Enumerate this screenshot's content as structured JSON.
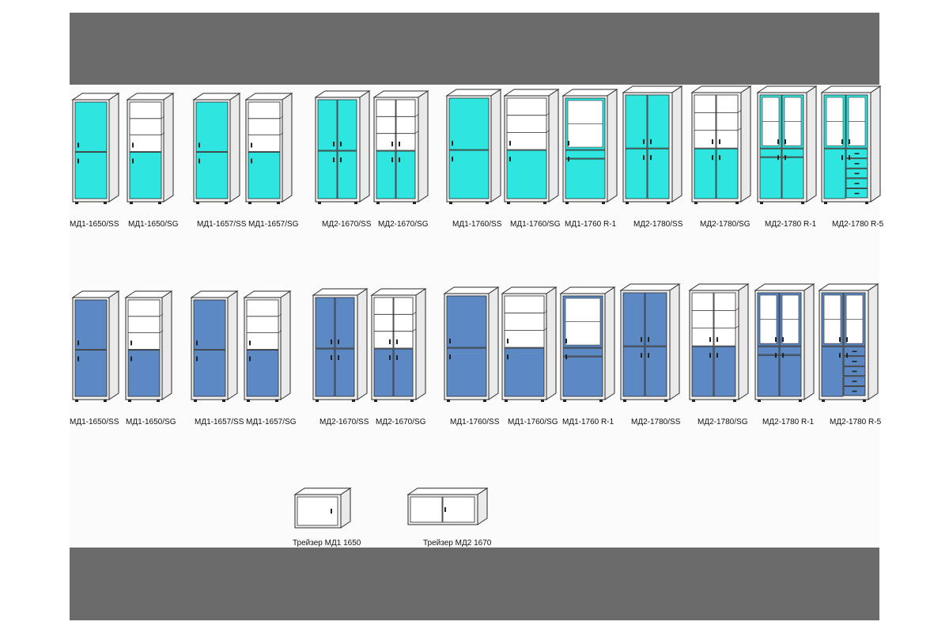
{
  "colors": {
    "band": "#6b6b6b",
    "cyan_panel": "#2ee6df",
    "blue_panel": "#5c89c4",
    "frame_stroke": "#2a2a2a",
    "body_fill": "#f4f4f4"
  },
  "rows": [
    {
      "name": "cyan-row",
      "color_key": "cyan_panel",
      "items": [
        {
          "label": "МД1-1650/SS",
          "icon": "cabinet-1door-solid-icon"
        },
        {
          "label": "МД1-1650/SG",
          "icon": "cabinet-1door-glass-icon"
        },
        {
          "label": "МД1-1657/SS",
          "icon": "cabinet-1door-solid-icon"
        },
        {
          "label": "МД1-1657/SG",
          "icon": "cabinet-1door-glass-icon"
        },
        {
          "label": "МД2-1670/SS",
          "icon": "cabinet-2door-solid-icon"
        },
        {
          "label": "МД2-1670/SG",
          "icon": "cabinet-2door-glass-icon"
        },
        {
          "label": "МД1-1760/SS",
          "icon": "cabinet-1door-solid-icon"
        },
        {
          "label": "МД1-1760/SG",
          "icon": "cabinet-1door-glass-icon"
        },
        {
          "label": "МД1-1760 R-1",
          "icon": "cabinet-1door-vitrine-icon"
        },
        {
          "label": "МД2-1780/SS",
          "icon": "cabinet-2door-solid-icon"
        },
        {
          "label": "МД2-1780/SG",
          "icon": "cabinet-2door-glass-icon"
        },
        {
          "label": "МД2-1780 R-1",
          "icon": "cabinet-2door-vitrine-icon"
        },
        {
          "label": "МД2-1780 R-5",
          "icon": "cabinet-2door-drawers-icon"
        }
      ]
    },
    {
      "name": "blue-row",
      "color_key": "blue_panel",
      "items": [
        {
          "label": "МД1-1650/SS",
          "icon": "cabinet-1door-solid-icon"
        },
        {
          "label": "МД1-1650/SG",
          "icon": "cabinet-1door-glass-icon"
        },
        {
          "label": "МД1-1657/SS",
          "icon": "cabinet-1door-solid-icon"
        },
        {
          "label": "МД1-1657/SG",
          "icon": "cabinet-1door-glass-icon"
        },
        {
          "label": "МД2-1670/SS",
          "icon": "cabinet-2door-solid-icon"
        },
        {
          "label": "МД2-1670/SG",
          "icon": "cabinet-2door-glass-icon"
        },
        {
          "label": "МД1-1760/SS",
          "icon": "cabinet-1door-solid-icon"
        },
        {
          "label": "МД1-1760/SG",
          "icon": "cabinet-1door-glass-icon"
        },
        {
          "label": "МД1-1760 R-1",
          "icon": "cabinet-1door-vitrine-icon"
        },
        {
          "label": "МД2-1780/SS",
          "icon": "cabinet-2door-solid-icon"
        },
        {
          "label": "МД2-1780/SG",
          "icon": "cabinet-2door-glass-icon"
        },
        {
          "label": "МД2-1780 R-1",
          "icon": "cabinet-2door-vitrine-icon"
        },
        {
          "label": "МД2-1780 R-5",
          "icon": "cabinet-2door-drawers-icon"
        }
      ]
    }
  ],
  "extensions": [
    {
      "label": "Трейзер МД1 1650",
      "icon": "top-extension-1door-icon"
    },
    {
      "label": "Трейзер МД2 1670",
      "icon": "top-extension-2door-icon"
    }
  ]
}
